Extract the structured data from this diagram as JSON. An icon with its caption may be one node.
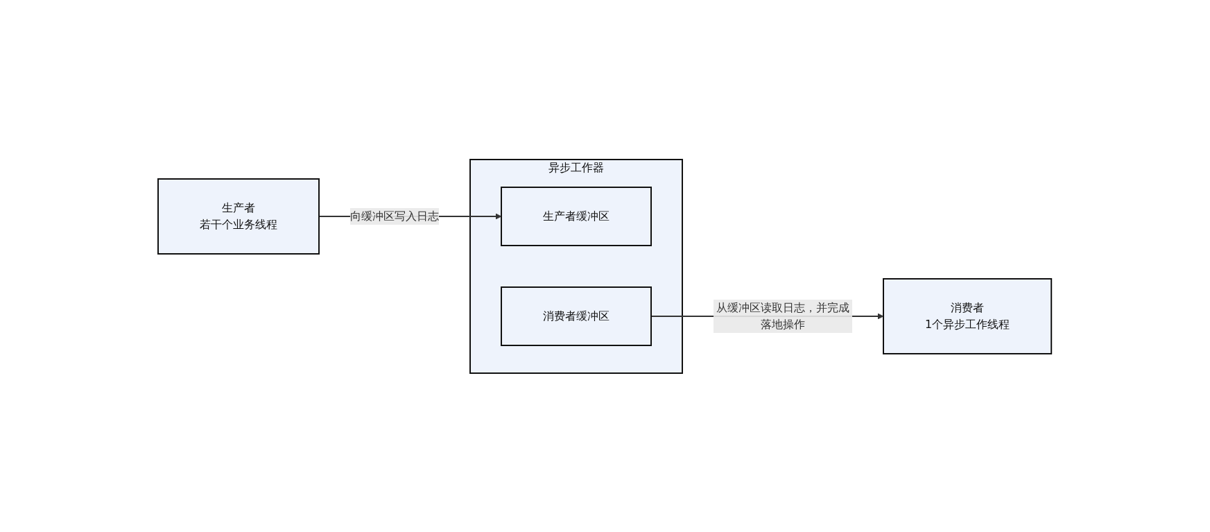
{
  "diagram": {
    "nodes": [
      {
        "text": [
          "生产者",
          "若干个业务线程"
        ]
      },
      {
        "text": [
          "异步工作器"
        ]
      },
      {
        "text": [
          "生产者缓冲区"
        ],
        "in": 1
      },
      {
        "text": [
          "消费者缓冲区"
        ],
        "in": 1
      },
      {
        "text": [
          "消费者",
          "1个异步工作线程"
        ]
      }
    ],
    "edges": [
      {
        "from": 0,
        "to": 2,
        "arrow": "to",
        "label": "向缓冲区写入日志"
      },
      {
        "from": 3,
        "to": 4,
        "arrow": "to",
        "label": "从缓冲区读取日志，并完成落地操作"
      }
    ]
  }
}
